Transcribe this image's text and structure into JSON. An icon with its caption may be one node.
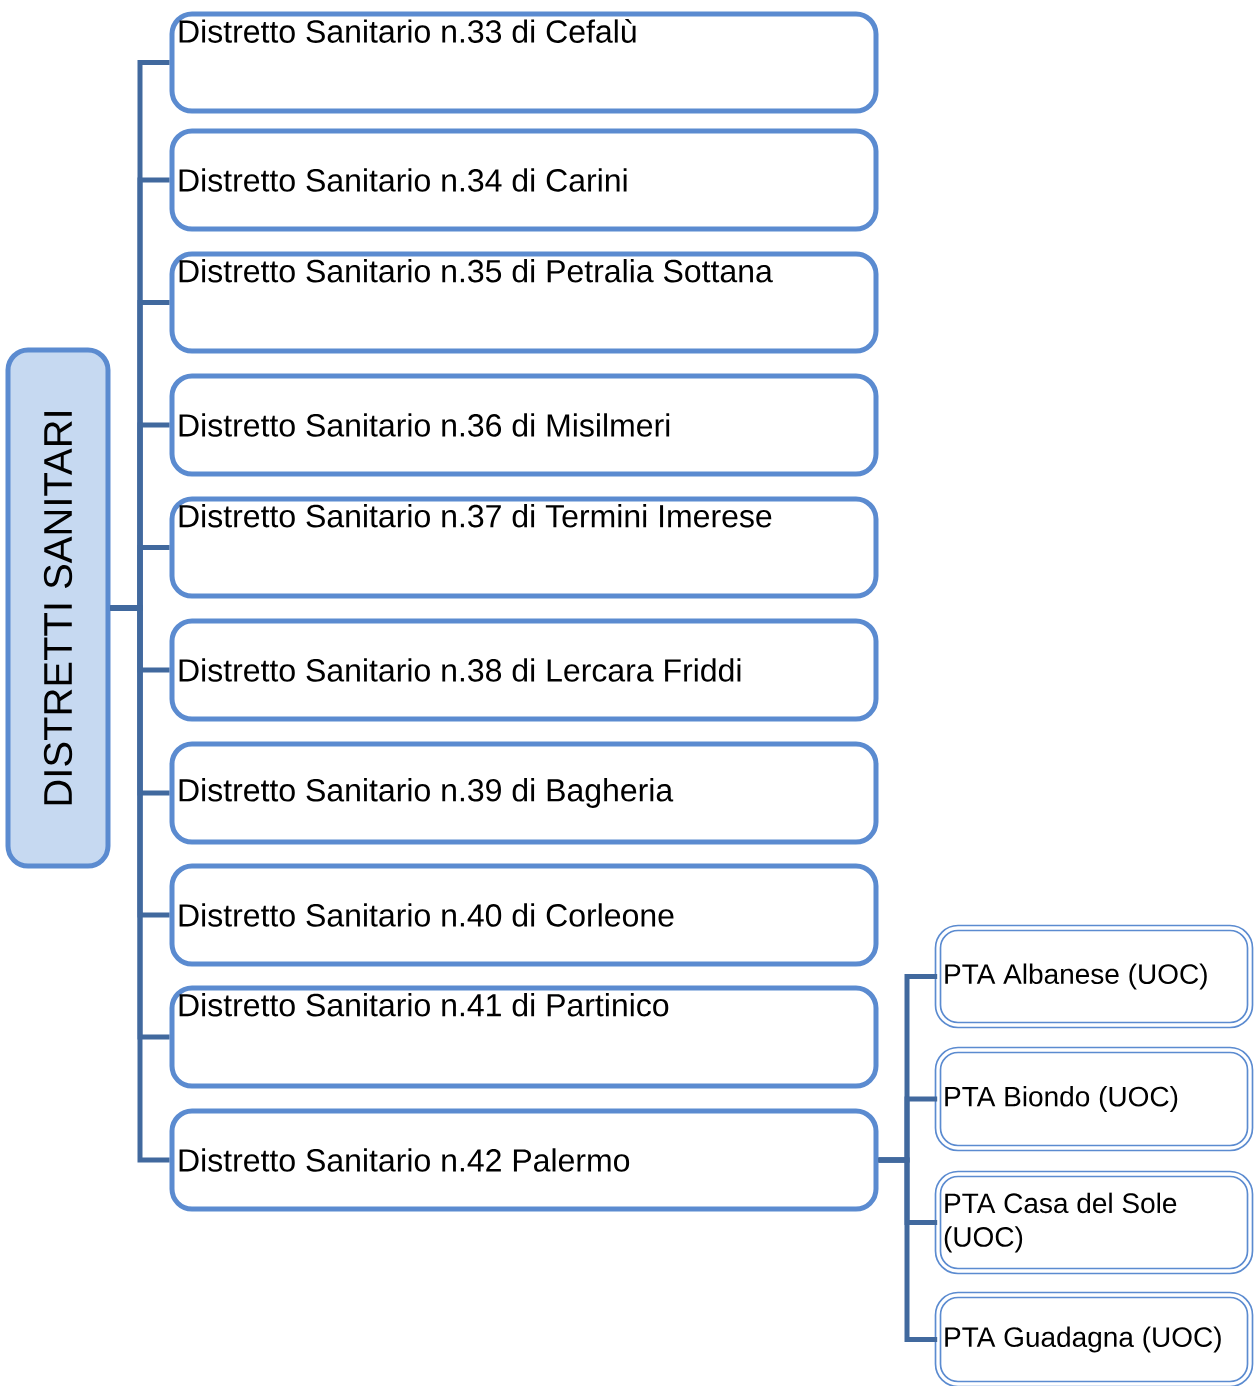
{
  "diagram": {
    "nodes": [
      {
        "text": [
          "DISTRETTI SANITARI"
        ]
      },
      {
        "text": [
          "Distretto Sanitario n.33 di Cefalù"
        ]
      },
      {
        "text": [
          "Distretto Sanitario n.34 di Carini"
        ]
      },
      {
        "text": [
          "Distretto Sanitario n.35 di Petralia Sottana"
        ]
      },
      {
        "text": [
          "Distretto Sanitario n.36 di Misilmeri"
        ]
      },
      {
        "text": [
          "Distretto Sanitario n.37 di Termini Imerese"
        ]
      },
      {
        "text": [
          "Distretto Sanitario n.38 di Lercara Friddi"
        ]
      },
      {
        "text": [
          "Distretto Sanitario n.39 di Bagheria"
        ]
      },
      {
        "text": [
          "Distretto Sanitario n.40 di Corleone"
        ]
      },
      {
        "text": [
          "Distretto Sanitario n.41 di Partinico"
        ]
      },
      {
        "text": [
          "Distretto Sanitario n.42 Palermo"
        ]
      },
      {
        "text": [
          "PTA Albanese (UOC)"
        ]
      },
      {
        "text": [
          "PTA Biondo (UOC)"
        ]
      },
      {
        "text": [
          "PTA Casa del Sole (UOC)"
        ]
      },
      {
        "text": [
          "PTA Guadagna (UOC)"
        ]
      }
    ],
    "edges": [
      {
        "from": 0,
        "to": 1,
        "arrow": "none"
      },
      {
        "from": 0,
        "to": 2,
        "arrow": "none"
      },
      {
        "from": 0,
        "to": 3,
        "arrow": "none"
      },
      {
        "from": 0,
        "to": 4,
        "arrow": "none"
      },
      {
        "from": 0,
        "to": 5,
        "arrow": "none"
      },
      {
        "from": 0,
        "to": 6,
        "arrow": "none"
      },
      {
        "from": 0,
        "to": 7,
        "arrow": "none"
      },
      {
        "from": 0,
        "to": 8,
        "arrow": "none"
      },
      {
        "from": 0,
        "to": 9,
        "arrow": "none"
      },
      {
        "from": 0,
        "to": 10,
        "arrow": "none"
      },
      {
        "from": 10,
        "to": 11,
        "arrow": "none"
      },
      {
        "from": 10,
        "to": 12,
        "arrow": "none"
      },
      {
        "from": 10,
        "to": 13,
        "arrow": "none"
      },
      {
        "from": 10,
        "to": 14,
        "arrow": "none"
      }
    ]
  }
}
